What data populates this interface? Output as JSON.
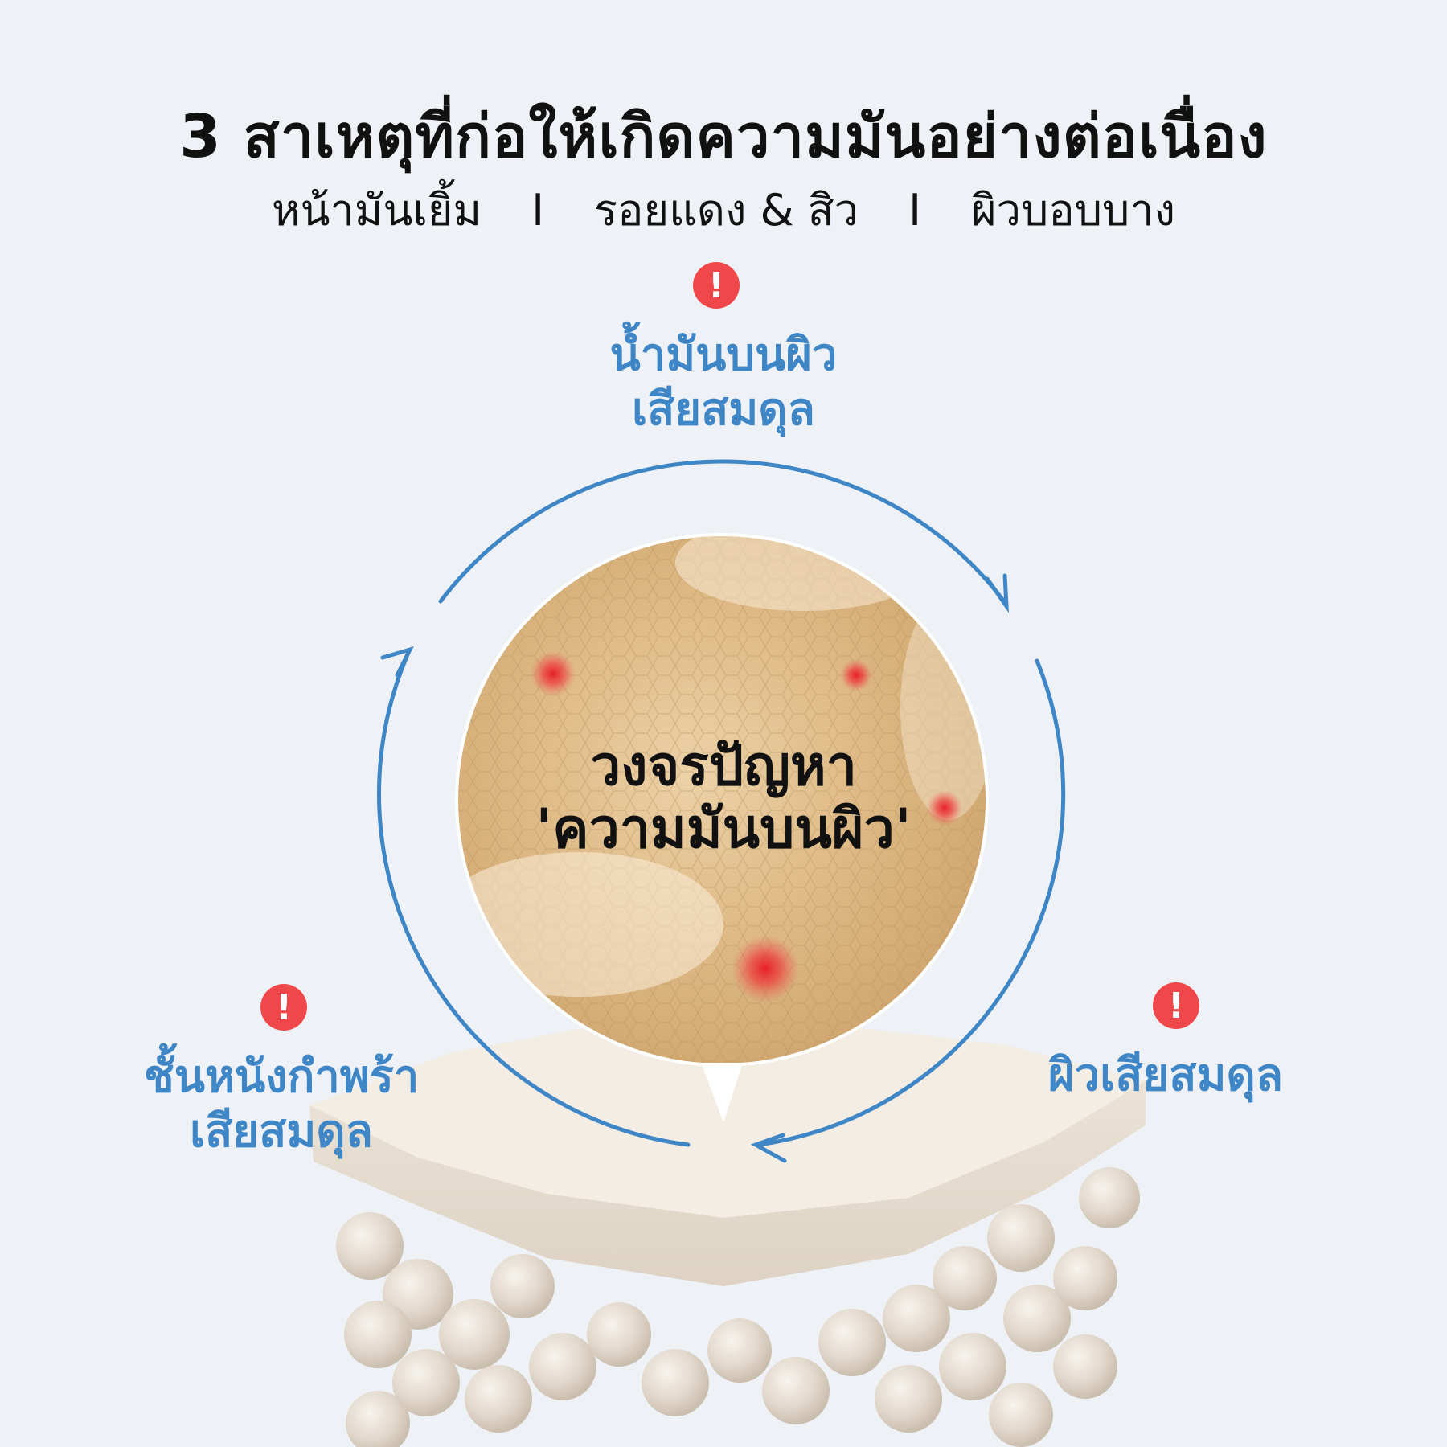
{
  "title": "3 สาเหตุที่ก่อให้เกิดความมันอย่างต่อเนื่อง",
  "subtitle": {
    "items": [
      "หน้ามันเยิ้ม",
      "รอยแดง & สิว",
      "ผิวบอบบาง"
    ],
    "separator": "I"
  },
  "warning_symbol": "!",
  "causes": {
    "top": {
      "line1": "น้ำมันบนผิว",
      "line2": "เสียสมดุล"
    },
    "left": {
      "line1": "ชั้นหนังกำพร้า",
      "line2": "เสียสมดุล"
    },
    "right": {
      "line1": "ผิวเสียสมดุล"
    }
  },
  "center": {
    "line1": "วงจรปัญหา",
    "line2": "'ความมันบนผิว'"
  },
  "colors": {
    "accent": "#3f86c6",
    "warning": "#f0474b",
    "background": "#eef2f6"
  },
  "icons": [
    "warning-icon",
    "cycle-arrow-icon",
    "skin-cross-section-illustration"
  ]
}
